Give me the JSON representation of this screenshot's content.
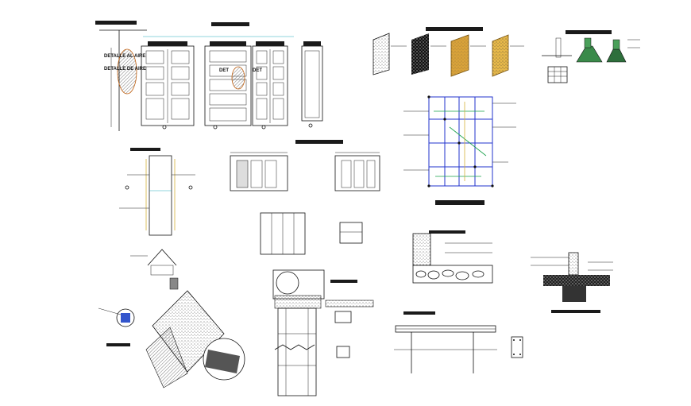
{
  "sheet": {
    "labels": {
      "door_side_a": "DETALLE AL AIRE",
      "door_side_b": "DETALLE DE AIRE",
      "door_b": "DET",
      "door_c": "DET"
    }
  }
}
